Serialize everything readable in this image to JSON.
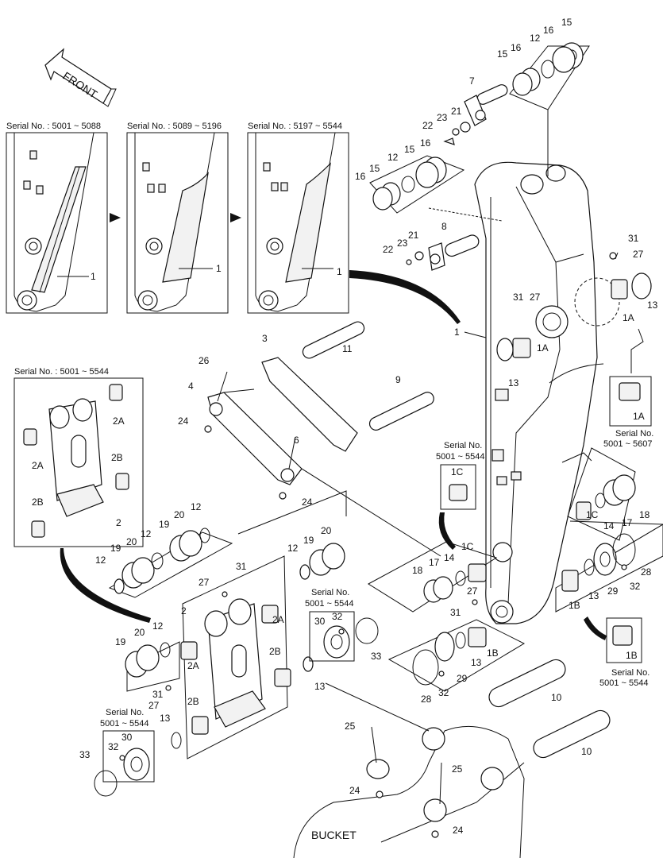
{
  "diagram": {
    "front_label": "FRONT",
    "bucket_label": "BUCKET",
    "serial_headers": [
      "Serial No. : 5001 ~ 5088",
      "Serial No. : 5089 ~ 5196",
      "Serial No. : 5197 ~ 5544",
      "Serial No. : 5001 ~ 5544"
    ],
    "serial_notes": {
      "sn_1c_line1": "Serial No.",
      "sn_1c_line2": "5001 ~ 5544",
      "sn_1a_line1": "Serial No.",
      "sn_1a_line2": "5001 ~ 5607",
      "sn_1b_line1": "Serial No.",
      "sn_1b_line2": "5001 ~ 5544",
      "sn_30a_line1": "Serial No.",
      "sn_30a_line2": "5001 ~ 5544",
      "sn_30b_line1": "Serial No.",
      "sn_30b_line2": "5001 ~ 5544"
    },
    "callouts": {
      "c1": "1",
      "c1a": "1A",
      "c1b": "1B",
      "c1c": "1C",
      "c2": "2",
      "c2a": "2A",
      "c2b": "2B",
      "c3": "3",
      "c4": "4",
      "c6": "6",
      "c7": "7",
      "c8": "8",
      "c9": "9",
      "c10": "10",
      "c11": "11",
      "c12": "12",
      "c13": "13",
      "c14": "14",
      "c15": "15",
      "c16": "16",
      "c17": "17",
      "c18": "18",
      "c19": "19",
      "c20": "20",
      "c21": "21",
      "c22": "22",
      "c23": "23",
      "c24": "24",
      "c25": "25",
      "c26": "26",
      "c27": "27",
      "c28": "28",
      "c29": "29",
      "c30": "30",
      "c31": "31",
      "c32": "32",
      "c33": "33"
    },
    "colors": {
      "ink": "#111111",
      "paper": "#ffffff",
      "shade": "#f2f2f2"
    }
  }
}
